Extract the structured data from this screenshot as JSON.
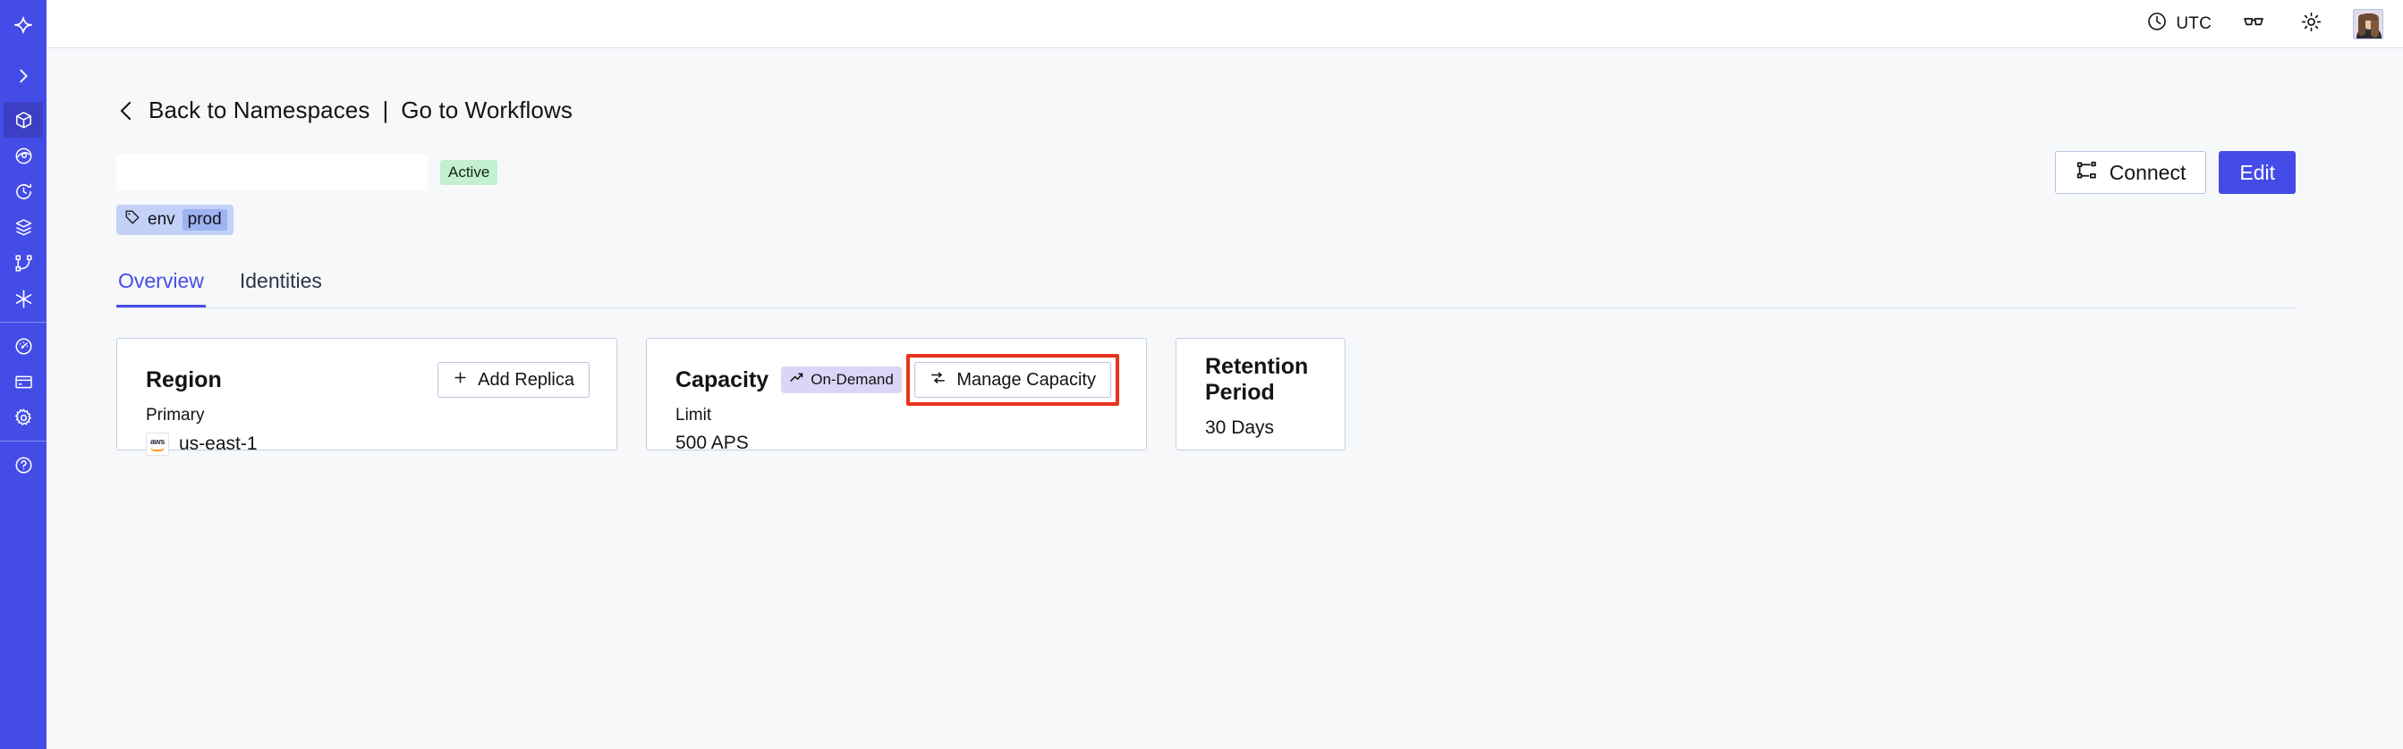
{
  "sidebar": {
    "brand_icon": "temporal-logo-icon",
    "expand_icon": "chevron-right-icon",
    "items": [
      {
        "icon": "cube-icon",
        "name": "namespaces",
        "active": true
      },
      {
        "icon": "eye-icon",
        "name": "observability",
        "active": false
      },
      {
        "icon": "history-icon",
        "name": "schedules",
        "active": false
      },
      {
        "icon": "layers-icon",
        "name": "workflows",
        "active": false
      },
      {
        "icon": "git-branch-icon",
        "name": "task-queues",
        "active": false
      },
      {
        "icon": "asterisk-icon",
        "name": "nexus",
        "active": false
      }
    ],
    "secondary_items": [
      {
        "icon": "gauge-icon",
        "name": "usage",
        "active": false
      },
      {
        "icon": "credit-card-icon",
        "name": "billing",
        "active": false
      },
      {
        "icon": "gear-icon",
        "name": "settings",
        "active": false
      }
    ]
  },
  "topbar": {
    "timezone": "UTC",
    "clock_icon": "clock-icon",
    "glasses_icon": "glasses-icon",
    "theme_icon": "sun-icon",
    "avatar_icon": "user-avatar"
  },
  "breadcrumb": {
    "back_icon": "chevron-left-icon",
    "back_label": "Back to Namespaces",
    "separator": "|",
    "forward_label": "Go to Workflows"
  },
  "header": {
    "namespace_name": "",
    "status": "Active",
    "connect_label": "Connect",
    "connect_icon": "connect-flow-icon",
    "edit_label": "Edit",
    "tag": {
      "key": "env",
      "value": "prod",
      "icon": "tag-icon"
    }
  },
  "tabs": [
    {
      "label": "Overview",
      "active": true
    },
    {
      "label": "Identities",
      "active": false
    }
  ],
  "cards": {
    "region": {
      "title": "Region",
      "action_label": "Add Replica",
      "action_icon": "plus-icon",
      "sub_label": "Primary",
      "provider_icon": "aws-logo",
      "value": "us-east-1"
    },
    "capacity": {
      "title": "Capacity",
      "badge_label": "On-Demand",
      "badge_icon": "trend-up-icon",
      "action_label": "Manage Capacity",
      "action_icon": "sliders-icon",
      "sub_label": "Limit",
      "value": "500 APS",
      "highlighted": true
    },
    "retention": {
      "title": "Retention Period",
      "value": "30 Days"
    }
  },
  "colors": {
    "brand_indigo": "#444ce7",
    "sidebar_active": "#3c3fc4",
    "page_bg": "#f7f8fa",
    "card_border": "#c3cee5",
    "status_green_bg": "#c3f0ce",
    "badge_purple_bg": "#ddd5f7",
    "tag_blue_bg": "#c3d0f7",
    "tag_value_bg": "#9db3f2",
    "annotation_red": "#e8341c"
  }
}
